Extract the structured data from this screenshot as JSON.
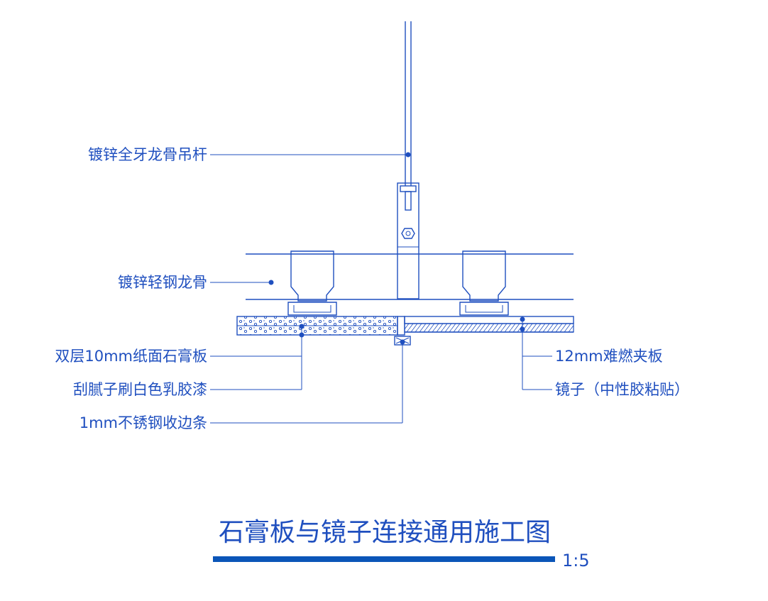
{
  "colors": {
    "line": "#1f4fbf",
    "title_bar": "#0b55b8",
    "background": "#ffffff"
  },
  "labels": {
    "rod": "镀锌全牙龙骨吊杆",
    "keel": "镀锌轻钢龙骨",
    "gypsum": "双层10mm纸面石膏板",
    "putty": "刮腻子刷白色乳胶漆",
    "edge_strip": "1mm不锈钢收边条",
    "fire_board": "12mm难燃夹板",
    "mirror": "镜子（中性胶粘贴）"
  },
  "title": "石膏板与镜子连接通用施工图",
  "scale": "1:5"
}
